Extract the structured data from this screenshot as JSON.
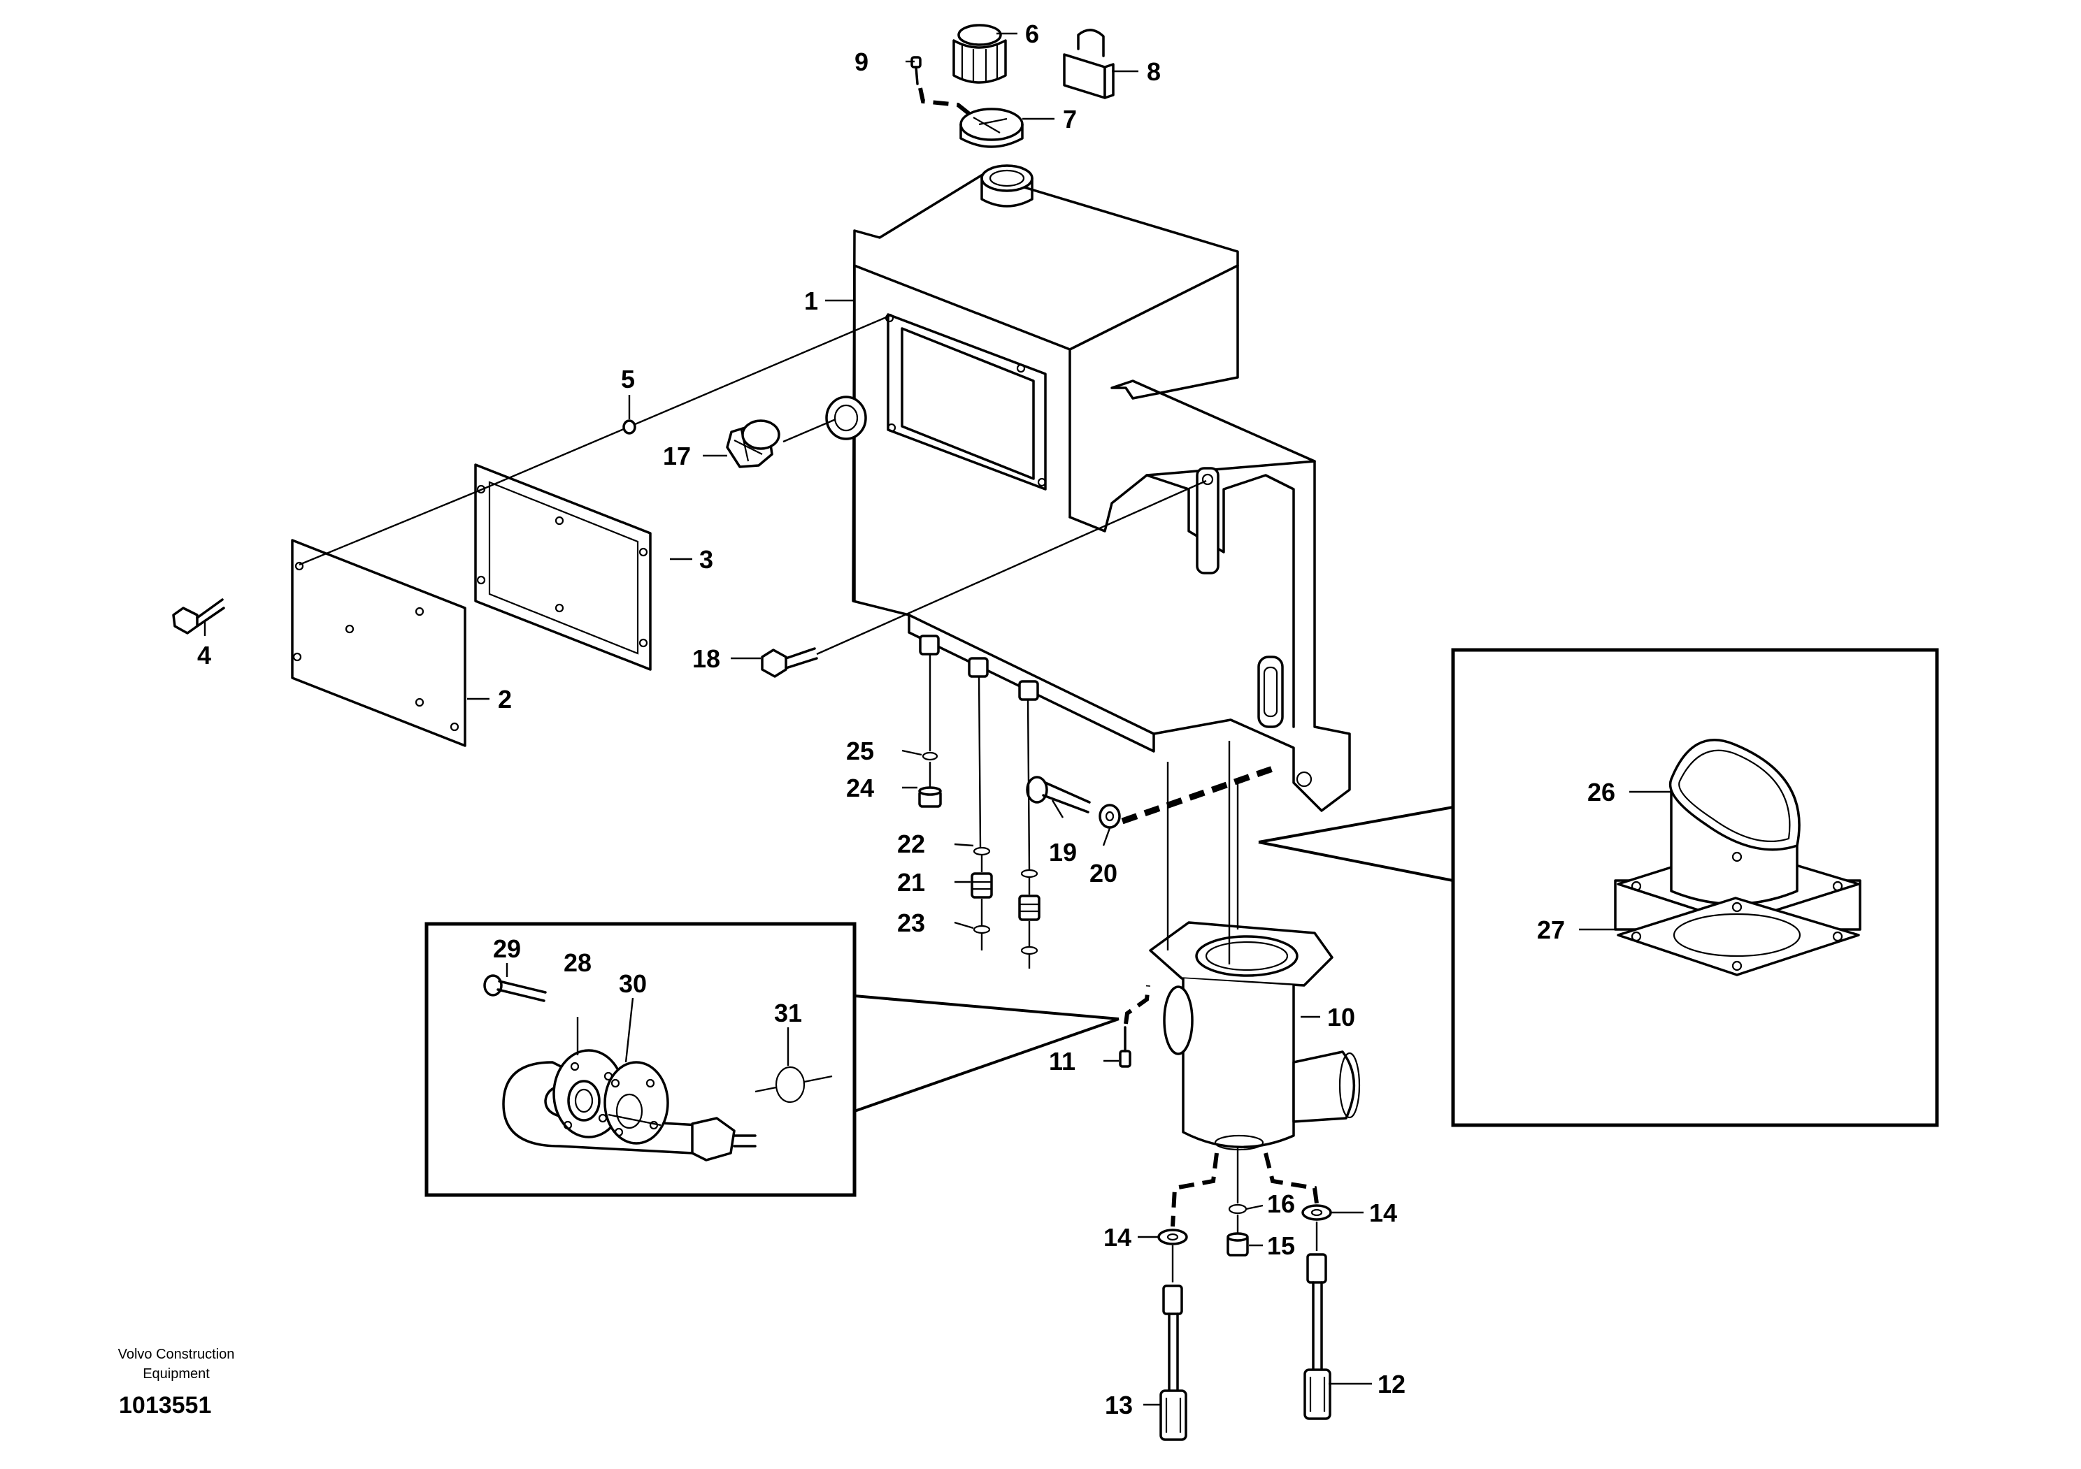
{
  "diagram": {
    "callouts": [
      "1",
      "2",
      "3",
      "4",
      "5",
      "6",
      "7",
      "8",
      "9",
      "10",
      "11",
      "12",
      "13",
      "14",
      "14",
      "15",
      "16",
      "17",
      "18",
      "19",
      "20",
      "21",
      "22",
      "23",
      "24",
      "25",
      "26",
      "27",
      "28",
      "29",
      "30",
      "31"
    ]
  },
  "footer": {
    "company_line1": "Volvo Construction",
    "company_line2": "Equipment",
    "drawing_number": "1013551"
  }
}
